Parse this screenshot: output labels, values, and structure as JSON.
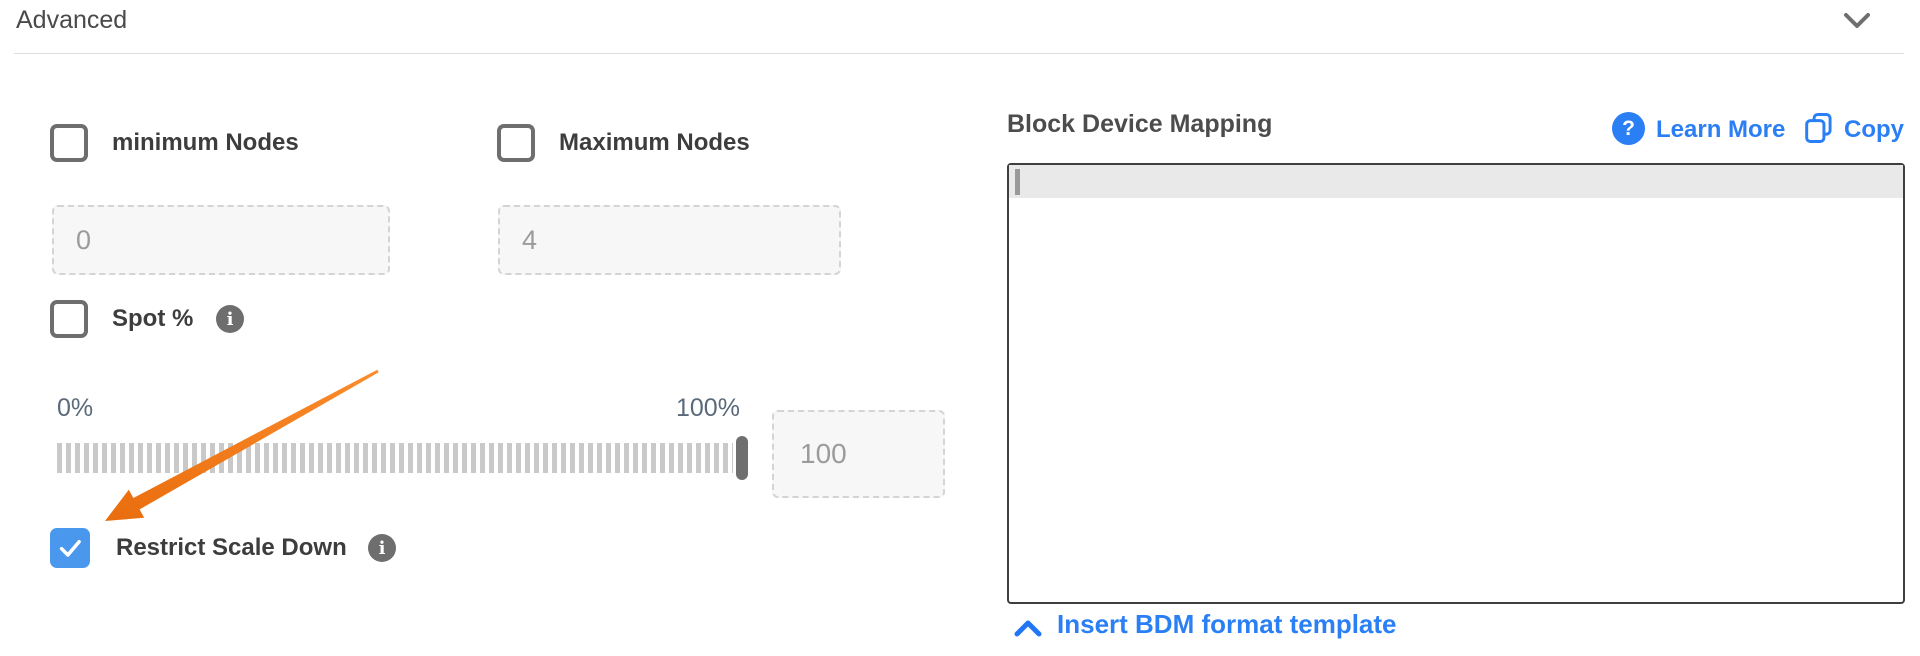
{
  "header": {
    "title": "Advanced",
    "collapsed": false
  },
  "form": {
    "minimum_nodes": {
      "label": "minimum Nodes",
      "checked": false,
      "value": "0"
    },
    "maximum_nodes": {
      "label": "Maximum Nodes",
      "checked": false,
      "value": "4"
    },
    "spot": {
      "label": "Spot %",
      "checked": false
    },
    "slider": {
      "min_label": "0%",
      "max_label": "100%",
      "value": "100"
    },
    "restrict_scale_down": {
      "label": "Restrict Scale Down",
      "checked": true
    }
  },
  "bdm": {
    "title": "Block Device Mapping",
    "learn_more_label": "Learn More",
    "copy_label": "Copy",
    "editor_value": "",
    "insert_template_label": "Insert BDM format template"
  },
  "icons": {
    "header_collapse": "chevron-down",
    "spot_info": "info",
    "restrict_info": "info",
    "learn_more": "question-circle",
    "copy": "copy",
    "insert_toggle": "chevron-up",
    "annotation": "orange-arrow"
  },
  "colors": {
    "link_blue": "#2b7ff5",
    "checkbox_blue": "#4a97ee",
    "arrow_orange": "#f2770f",
    "label_text": "#3d3d3d",
    "tick_gray": "#c9c9c9"
  }
}
